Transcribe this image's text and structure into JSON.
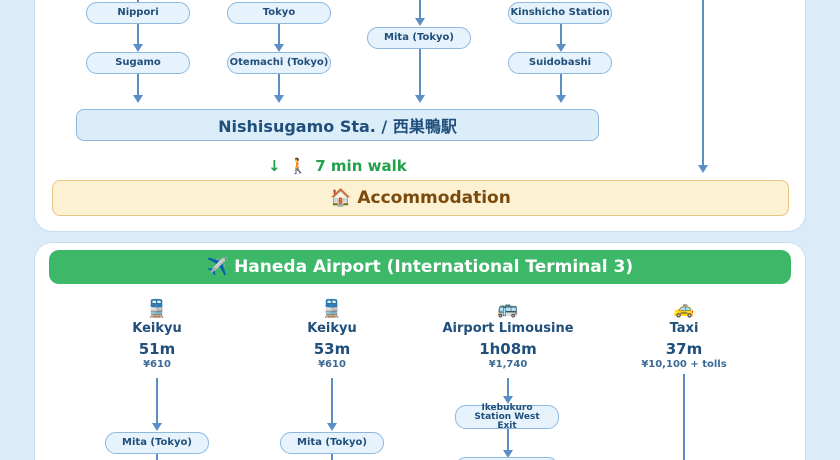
{
  "top_section": {
    "columns": [
      {
        "stations": [
          "Nippori",
          "Sugamo"
        ]
      },
      {
        "stations": [
          "Tokyo",
          "Otemachi (Tokyo)"
        ]
      },
      {
        "stations": [
          "Mita (Tokyo)"
        ]
      },
      {
        "stations": [
          "Kinshicho Station",
          "Suidobashi"
        ]
      }
    ],
    "destination_station": "Nishisugamo Sta. / 西巣鴨駅",
    "walk": {
      "icon": "walking-person-icon",
      "text": "7 min walk"
    },
    "accommodation": {
      "icon": "house-icon",
      "label": "Accommodation"
    }
  },
  "airport": {
    "icon": "airplane-icon",
    "name": "Haneda Airport (International Terminal 3)",
    "routes": [
      {
        "icon": "train-icon",
        "mode": "Keikyu",
        "time": "51m",
        "price": "¥610",
        "stops": [
          "Mita (Tokyo)"
        ]
      },
      {
        "icon": "train-icon",
        "mode": "Keikyu",
        "time": "53m",
        "price": "¥610",
        "stops": [
          "Mita (Tokyo)"
        ]
      },
      {
        "icon": "bus-icon",
        "mode": "Airport Limousine",
        "time": "1h08m",
        "price": "¥1,740",
        "stops": [
          "Ikebukuro Station West Exit"
        ]
      },
      {
        "icon": "taxi-icon",
        "mode": "Taxi",
        "time": "37m",
        "price": "¥10,100 + tolls",
        "stops": []
      }
    ]
  },
  "colors": {
    "line": "#5b8fc6",
    "airport_bar": "#3cb868",
    "walk_text": "#22a04a",
    "accommodation_bg": "#fdf1d3"
  }
}
